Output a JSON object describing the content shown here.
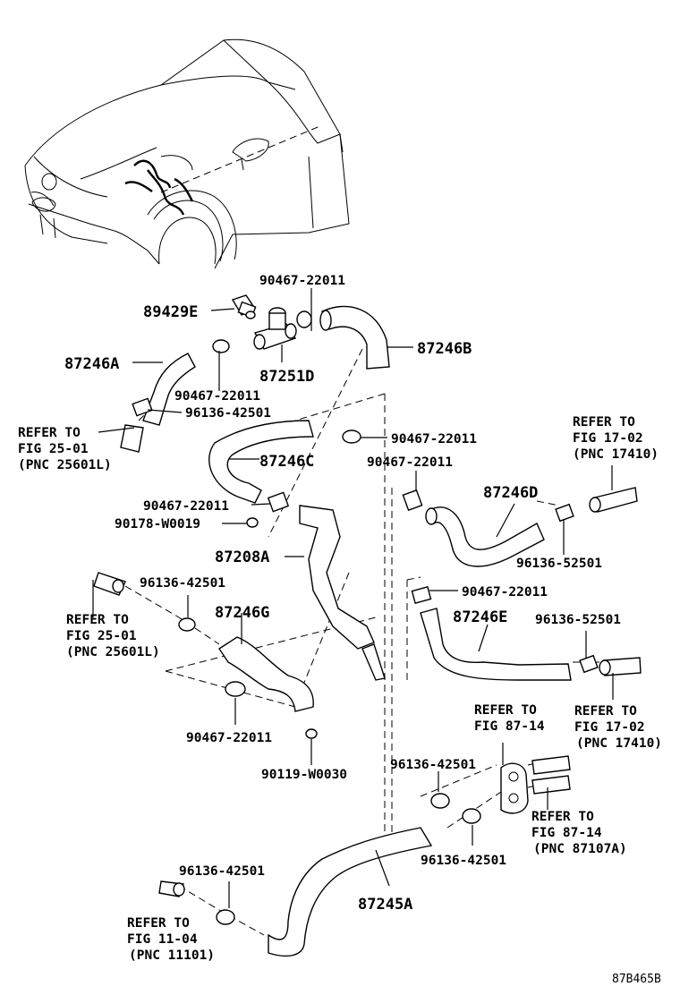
{
  "parts": {
    "p89429E": "89429E",
    "p87251D": "87251D",
    "p87246A": "87246A",
    "p87246B": "87246B",
    "p87246C": "87246C",
    "p87246D": "87246D",
    "p87246E": "87246E",
    "p87246G": "87246G",
    "p87208A": "87208A",
    "p87245A": "87245A",
    "c_22011": "90467-22011",
    "c_42501": "96136-42501",
    "c_52501": "96136-52501",
    "c_W0019": "90178-W0019",
    "c_W0030": "90119-W0030"
  },
  "refs": {
    "refer_to": "REFER TO",
    "fig_25_01": "FIG 25-01",
    "pnc_25601L": "(PNC 25601L)",
    "fig_17_02": "FIG 17-02",
    "pnc_17410": "(PNC 17410)",
    "fig_87_14": "FIG 87-14",
    "pnc_87107A": "(PNC 87107A)",
    "fig_11_04": "FIG 11-04",
    "pnc_11101": "(PNC 11101)"
  },
  "diagram_code": "87B465B"
}
